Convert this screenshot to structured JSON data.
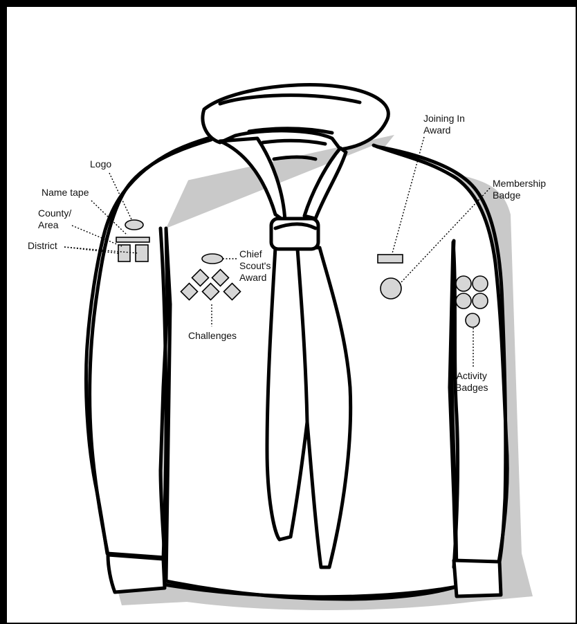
{
  "labels": {
    "logo": "Logo",
    "name_tape": "Name tape",
    "county_area": "County/\nArea",
    "district": "District",
    "chief_scouts_award": "Chief\nScout's\nAward",
    "challenges": "Challenges",
    "joining_in_award": "Joining In\nAward",
    "membership_badge": "Membership\nBadge",
    "activity_badges": "Activity\nBadges"
  },
  "colors": {
    "outline": "#000000",
    "shadow": "#c8c8c8",
    "badge_fill": "#d6d6d6",
    "background": "#ffffff"
  }
}
